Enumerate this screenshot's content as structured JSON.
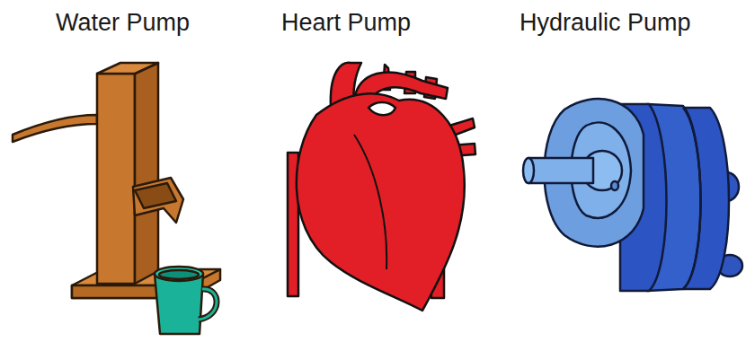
{
  "diagram": {
    "labels": [
      "Water Pump",
      "Heart Pump",
      "Hydraulic Pump"
    ]
  }
}
